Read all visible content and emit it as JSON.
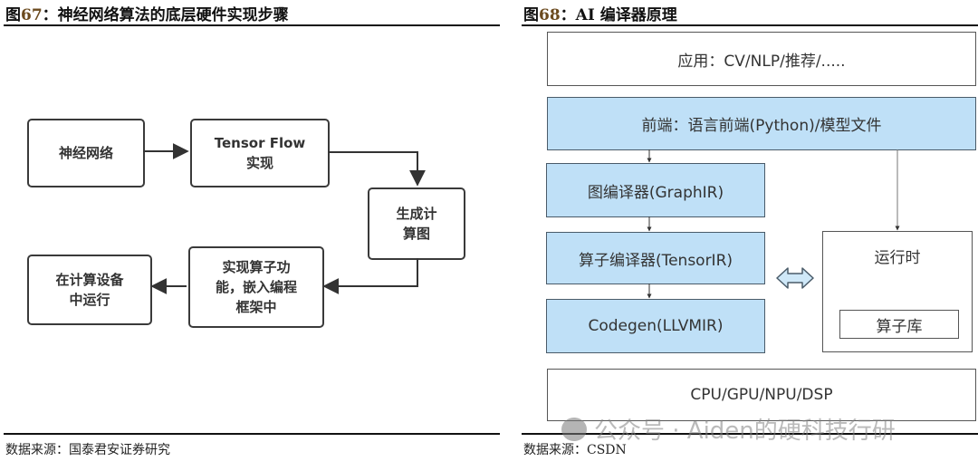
{
  "left_figure": {
    "title_prefix": "图",
    "title_number": "67",
    "title_text": "：神经网络算法的底层硬件实现步骤",
    "nodes": [
      {
        "id": "nn",
        "lines": [
          "神经网络"
        ]
      },
      {
        "id": "tf",
        "lines": [
          "Tensor Flow",
          "实现"
        ]
      },
      {
        "id": "graph",
        "lines": [
          "生成计",
          "算图"
        ]
      },
      {
        "id": "op",
        "lines": [
          "实现算子功",
          "能，嵌入编程",
          "框架中"
        ]
      },
      {
        "id": "run",
        "lines": [
          "在计算设备",
          "中运行"
        ]
      }
    ],
    "edges": [
      {
        "from": "nn",
        "to": "tf"
      },
      {
        "from": "tf",
        "to": "graph"
      },
      {
        "from": "graph",
        "to": "op"
      },
      {
        "from": "op",
        "to": "run"
      }
    ],
    "source": "数据来源：国泰君安证券研究"
  },
  "right_figure": {
    "title_prefix": "图",
    "title_number": "68",
    "title_text": "：AI 编译器原理",
    "layers": {
      "application": "应用：CV/NLP/推荐/.....",
      "frontend": "前端：语言前端(Python)/模型文件",
      "graph_compiler": "图编译器(GraphIR)",
      "op_compiler": "算子编译器(TensorIR)",
      "codegen": "Codegen(LLVMIR)",
      "runtime": "运行时",
      "op_library": "算子库",
      "hardware": "CPU/GPU/NPU/DSP"
    },
    "colors": {
      "compiler_fill": "#bfe0f7",
      "arrow_fill": "#cfe8f8"
    },
    "source": "数据来源：CSDN"
  },
  "watermark": "公众号 · Aiden的硬科技行研"
}
